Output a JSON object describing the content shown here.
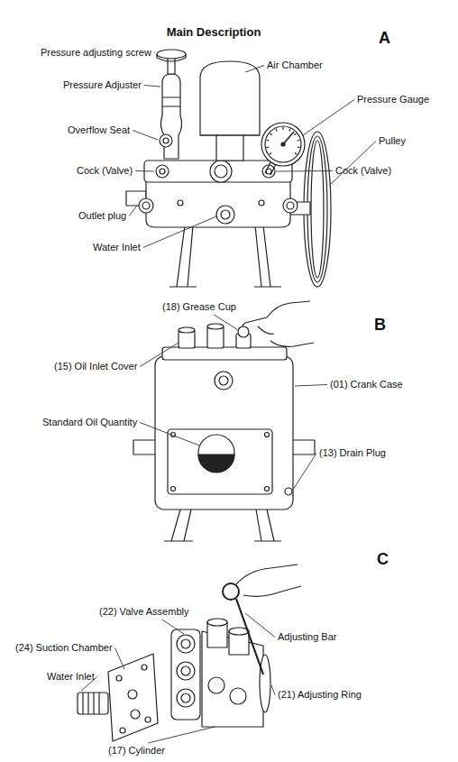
{
  "diagram": {
    "title": "Main Description",
    "labels": [
      "A",
      "Pressure adjusting screw",
      "Pressure Adjuster",
      "Overflow Seat",
      "Cock (Valve)",
      "Outlet plug",
      "Water Inlet",
      "Air Chamber",
      "Pressure Gauge",
      "Pulley",
      "Cock (Valve)",
      "B",
      "(18) Grease Cup",
      "(15) Oil Inlet Cover",
      "(01) Crank Case",
      "Standard Oil Quantity",
      "(13) Drain Plug",
      "C",
      "(22) Valve Assembly",
      "(24) Suction Chamber",
      "Water Inlet",
      "Adjusting Bar",
      "(21) Adjusting Ring",
      "(17) Cylinder"
    ]
  }
}
